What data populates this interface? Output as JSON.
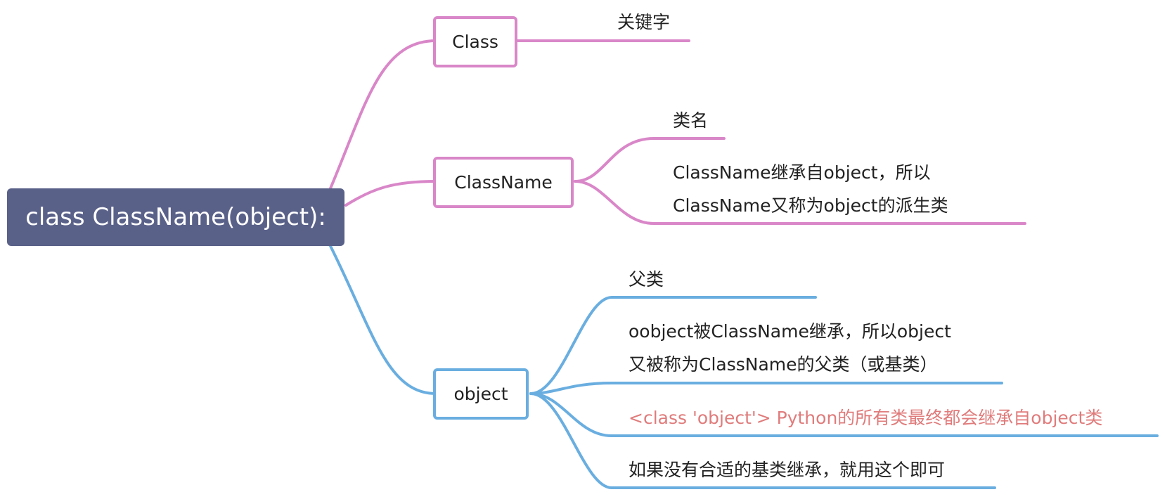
{
  "root": {
    "label": "class ClassName(object):"
  },
  "branches": [
    {
      "label": "Class",
      "color": "#d987c8",
      "leaves": [
        {
          "lines": [
            "关键字"
          ]
        }
      ]
    },
    {
      "label": "ClassName",
      "color": "#d987c8",
      "leaves": [
        {
          "lines": [
            "类名"
          ]
        },
        {
          "lines": [
            "ClassName继承自object，所以",
            "ClassName又称为object的派生类"
          ]
        }
      ]
    },
    {
      "label": "object",
      "color": "#6aaee0",
      "leaves": [
        {
          "lines": [
            "父类"
          ]
        },
        {
          "lines": [
            "oobject被ClassName继承，所以object",
            "又被称为ClassName的父类（或基类）"
          ]
        },
        {
          "lines": [
            "<class 'object'> Python的所有类最终都会继承自object类"
          ],
          "color": "#e07b7b"
        },
        {
          "lines": [
            "如果没有合适的基类继承，就用这个即可"
          ]
        }
      ]
    }
  ]
}
